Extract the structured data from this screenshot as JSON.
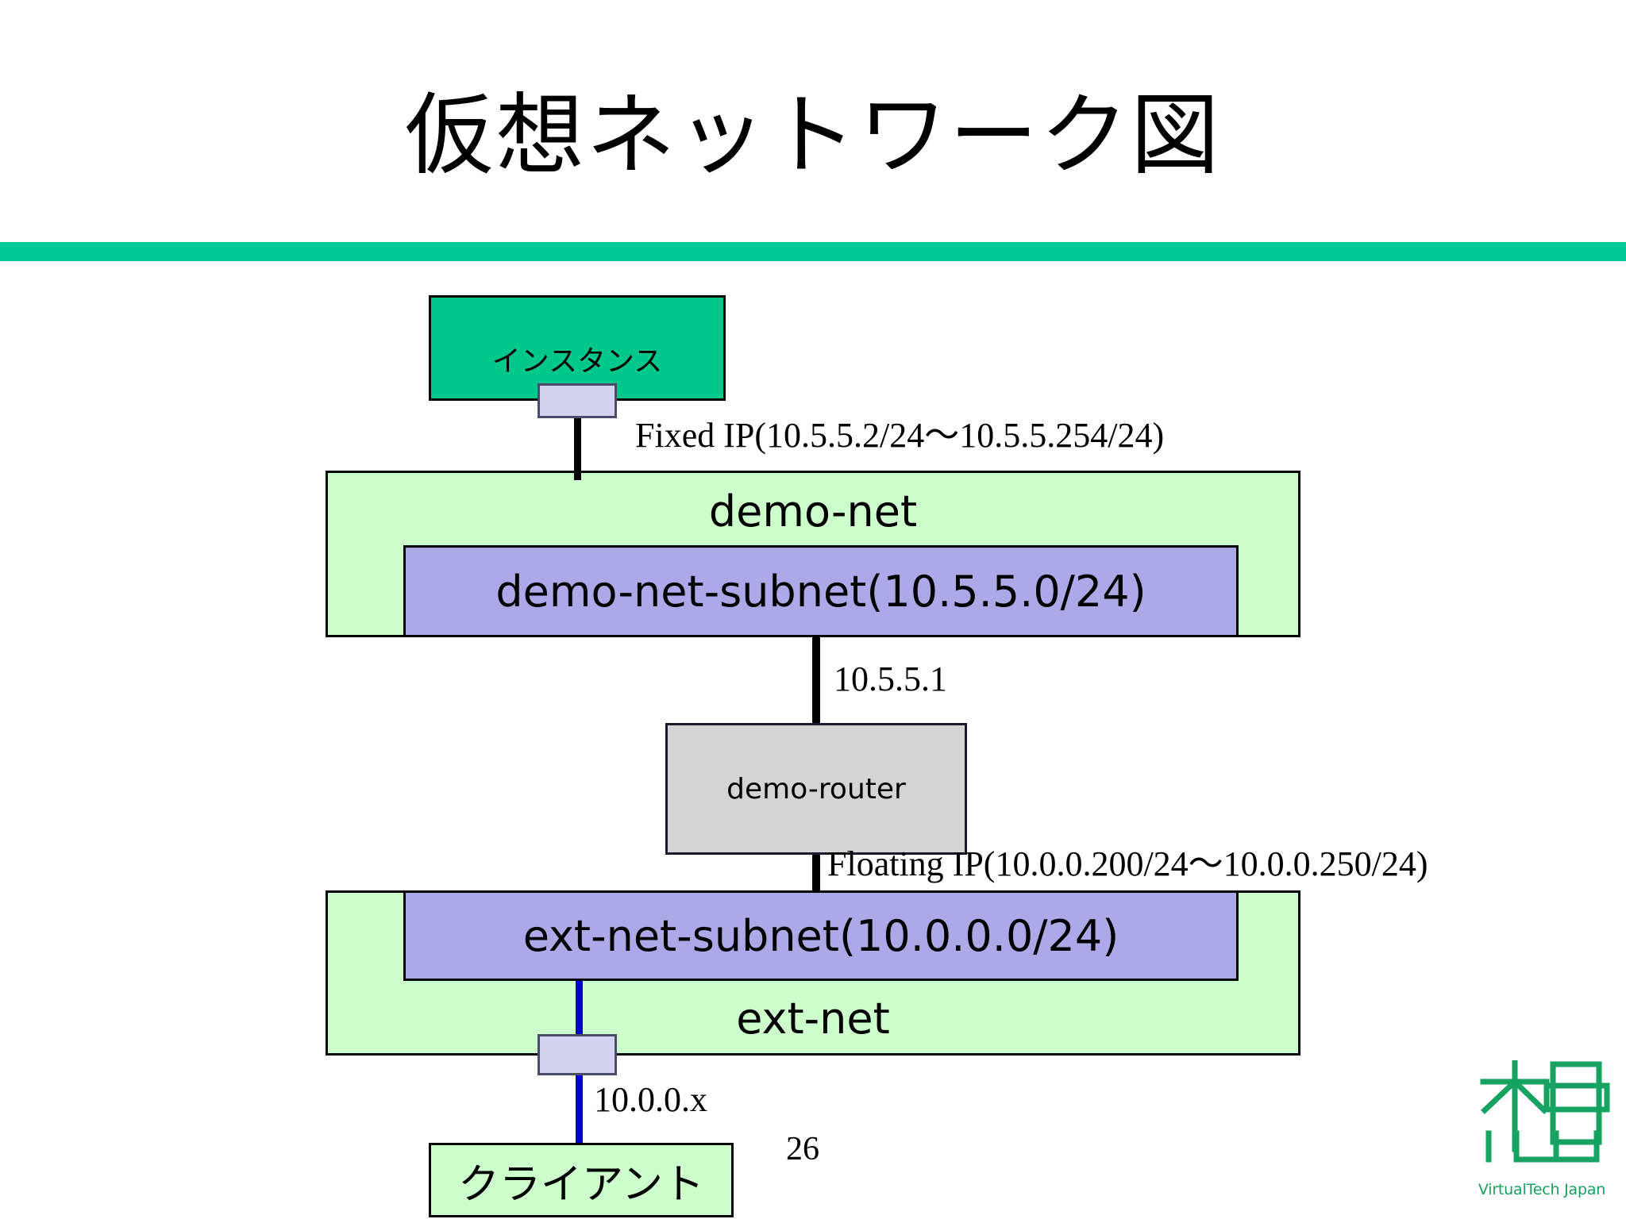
{
  "slide": {
    "title": "仮想ネットワーク図",
    "page_number": "26",
    "accent_color": "#00C896"
  },
  "diagram": {
    "type": "network-topology",
    "nodes": {
      "instance": {
        "label": "インスタンス",
        "fill": "#00C78C",
        "role": "compute-instance"
      },
      "demo_net": {
        "label": "demo-net",
        "fill": "#CCFFCC",
        "role": "tenant-network"
      },
      "demo_net_subnet": {
        "label": "demo-net-subnet(10.5.5.0/24)",
        "fill": "#ADA8E8",
        "cidr": "10.5.5.0/24",
        "role": "subnet"
      },
      "router": {
        "label": "demo-router",
        "fill": "#D4D4D4",
        "role": "virtual-router"
      },
      "ext_net": {
        "label": "ext-net",
        "fill": "#CCFFCC",
        "role": "external-network"
      },
      "ext_net_subnet": {
        "label": "ext-net-subnet(10.0.0.0/24)",
        "fill": "#ADA8E8",
        "cidr": "10.0.0.0/24",
        "role": "subnet"
      },
      "client": {
        "label": "クライアント",
        "fill": "#CCFFCC",
        "role": "client-host"
      }
    },
    "annotations": {
      "fixed_ip": "Fixed IP(10.5.5.2/24〜10.5.5.254/24)",
      "router_gateway_ip": "10.5.5.1",
      "floating_ip": "Floating IP(10.0.0.200/24〜10.0.0.250/24)",
      "client_ip": "10.0.0.x"
    },
    "ports": {
      "instance_port": "instance-vnic-port",
      "client_port": "client-nic-port"
    },
    "wire_colors": {
      "internal": "#000000",
      "external": "#0000D2"
    }
  },
  "logo": {
    "text": "VirtualTech Japan",
    "color": "#19A05E"
  }
}
